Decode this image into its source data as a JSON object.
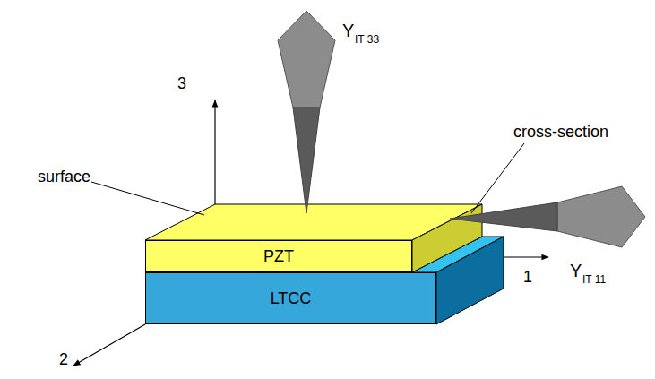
{
  "diagram": {
    "nodes": [
      {
        "text": [
          "PZT"
        ]
      },
      {
        "text": [
          "LTCC"
        ]
      }
    ],
    "labels": [
      "3",
      "surface",
      "Y",
      "IT 33",
      "cross-section",
      "1",
      "Y",
      "IT 11",
      "2"
    ]
  }
}
